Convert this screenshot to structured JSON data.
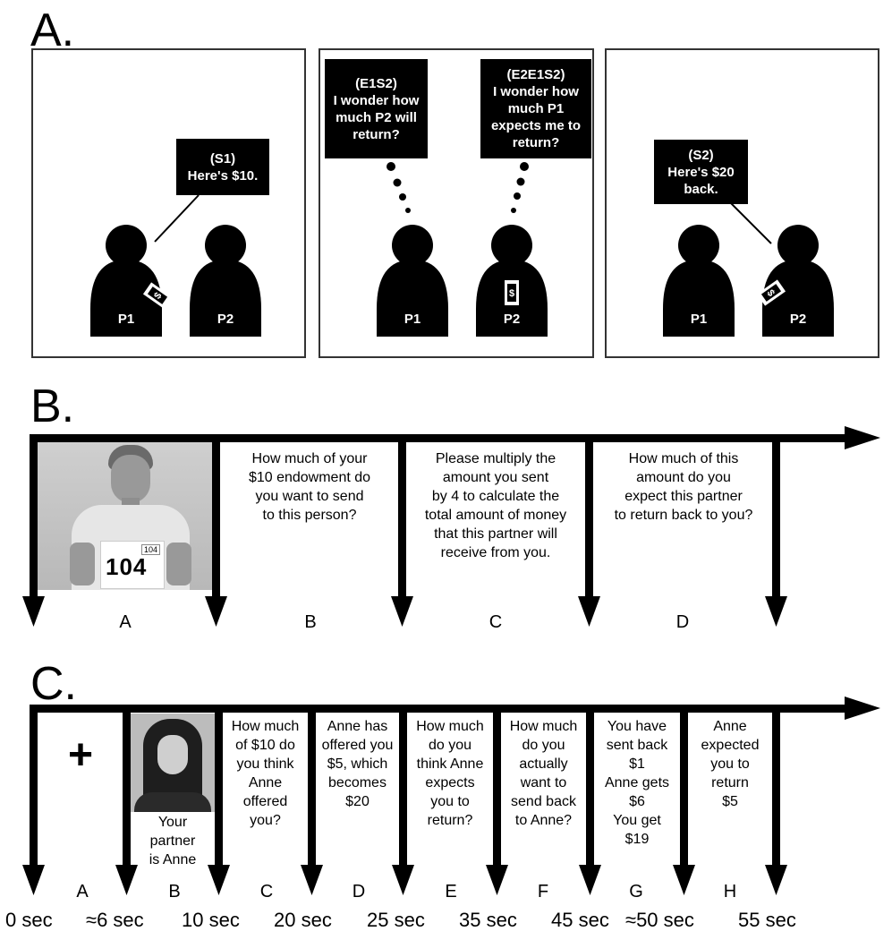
{
  "panel_letters": {
    "a": "A.",
    "b": "B.",
    "c": "C."
  },
  "panel_a": {
    "frame1": {
      "bubble": "(S1)\nHere's $10.",
      "p1": "P1",
      "p2": "P2"
    },
    "frame2": {
      "bubble_left": "(E1S2)\nI wonder how\nmuch P2 will\nreturn?",
      "bubble_right": "(E2E1S2)\nI wonder how\nmuch P1\nexpects me to\nreturn?",
      "p1": "P1",
      "p2": "P2"
    },
    "frame3": {
      "bubble": "(S2)\nHere's $20\nback.",
      "p1": "P1",
      "p2": "P2"
    },
    "money_symbol": "$"
  },
  "panel_b": {
    "photo_card_small": "104",
    "photo_card_large": "104",
    "steps": [
      {
        "letter": "A",
        "text": ""
      },
      {
        "letter": "B",
        "text": "How much of your\n$10 endowment do\nyou want to send\nto this person?"
      },
      {
        "letter": "C",
        "text": "Please multiply the\namount you sent\nby 4 to calculate the\ntotal amount of money\nthat this partner will\nreceive from you."
      },
      {
        "letter": "D",
        "text": "How much of this\namount do you\nexpect this partner\nto return back to you?"
      }
    ]
  },
  "panel_c": {
    "fixation": "+",
    "photo_caption": "Your\npartner\nis Anne",
    "steps": [
      {
        "letter": "A",
        "text": ""
      },
      {
        "letter": "B",
        "text": ""
      },
      {
        "letter": "C",
        "text": "How much\nof $10 do\nyou think\nAnne\noffered\nyou?"
      },
      {
        "letter": "D",
        "text": "Anne has\noffered you\n$5, which\nbecomes\n$20"
      },
      {
        "letter": "E",
        "text": "How much\ndo you\nthink Anne\nexpects\nyou to\nreturn?"
      },
      {
        "letter": "F",
        "text": "How much\ndo you\nactually\nwant to\nsend back\nto Anne?"
      },
      {
        "letter": "G",
        "text": "You have\nsent back\n$1\nAnne gets\n$6\nYou get\n$19"
      },
      {
        "letter": "H",
        "text": "Anne\nexpected\nyou to\nreturn\n$5"
      }
    ],
    "times": [
      "0 sec",
      "≈6 sec",
      "10 sec",
      "20 sec",
      "25 sec",
      "35 sec",
      "45 sec",
      "≈50 sec",
      "55 sec"
    ]
  }
}
